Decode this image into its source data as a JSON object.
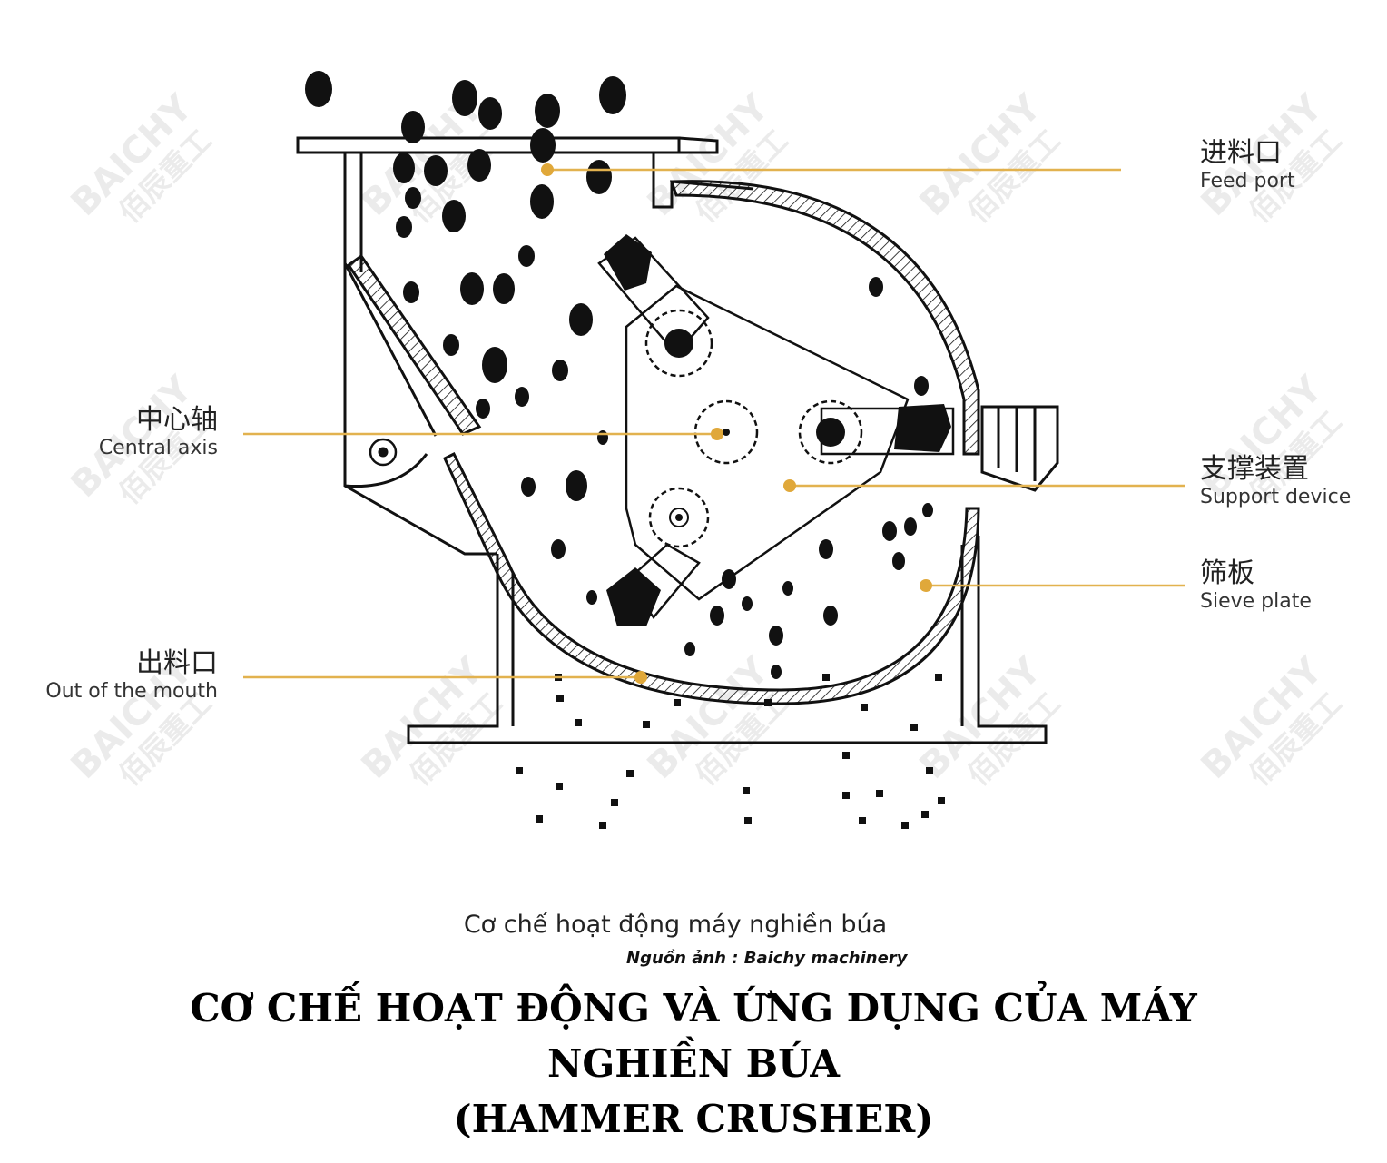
{
  "diagram": {
    "labels": {
      "feed_port": {
        "zh": "进料口",
        "en": "Feed port"
      },
      "central_axis": {
        "zh": "中心轴",
        "en": "Central axis"
      },
      "support_device": {
        "zh": "支撑装置",
        "en": "Support device"
      },
      "sieve_plate": {
        "zh": "筛板",
        "en": "Sieve plate"
      },
      "discharge": {
        "zh": "出料口",
        "en": "Out of the mouth"
      }
    },
    "watermark": {
      "brand": "BAICHY",
      "cn": "佰辰重工"
    },
    "colors": {
      "leader_line": "#e2b24f",
      "leader_dot": "#e0a83a",
      "line_art": "#111111"
    }
  },
  "caption": "Cơ chế hoạt động máy nghiền búa",
  "source": "Nguồn ảnh : Baichy machinery",
  "heading": {
    "line1": "CƠ CHẾ HOẠT ĐỘNG VÀ ỨNG DỤNG CỦA MÁY",
    "line2": "NGHIỀN BÚA",
    "line3": "(HAMMER CRUSHER)"
  }
}
